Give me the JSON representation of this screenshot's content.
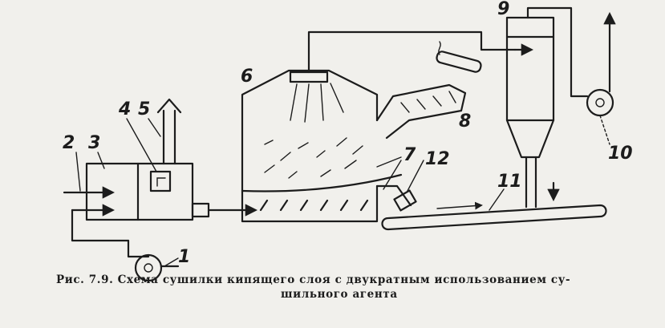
{
  "diagram": {
    "callouts": [
      {
        "id": "1",
        "label": "1"
      },
      {
        "id": "2",
        "label": "2"
      },
      {
        "id": "3",
        "label": "3"
      },
      {
        "id": "4",
        "label": "4"
      },
      {
        "id": "5",
        "label": "5"
      },
      {
        "id": "6",
        "label": "6"
      },
      {
        "id": "7",
        "label": "7"
      },
      {
        "id": "8",
        "label": "8"
      },
      {
        "id": "9",
        "label": "9"
      },
      {
        "id": "10",
        "label": "10"
      },
      {
        "id": "11",
        "label": "11"
      },
      {
        "id": "12",
        "label": "12"
      }
    ]
  },
  "caption": {
    "line1": "Рис. 7.9. Схема сушилки кипящего слоя с двукратным использованием су-",
    "line2": "шильного агента"
  },
  "colors": {
    "ink": "#1c1c1c",
    "paper": "#f1f0ec"
  }
}
